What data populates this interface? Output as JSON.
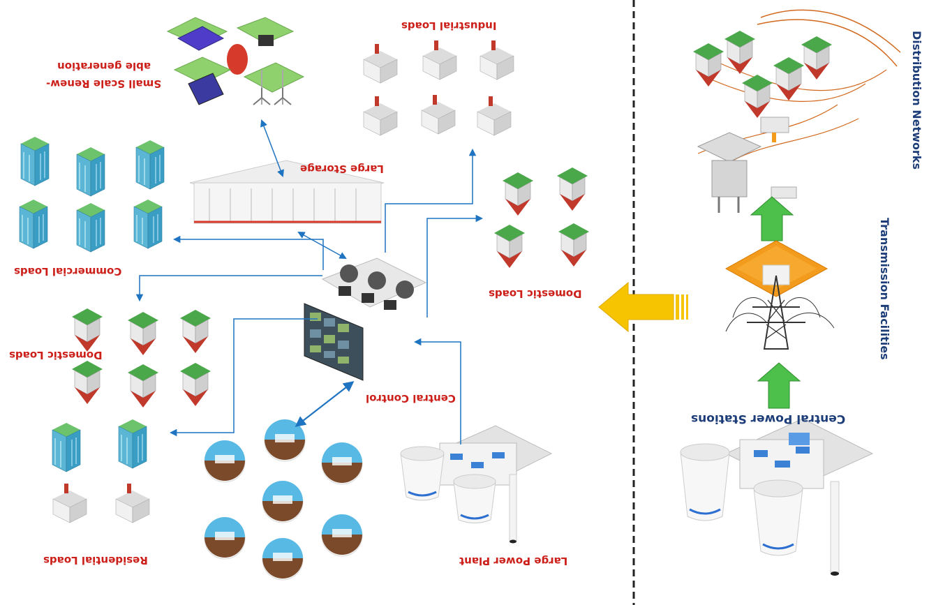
{
  "colors": {
    "label_red": "#cc1f1a",
    "label_blue": "#1c3d78",
    "connector_blue": "#1f74c1",
    "arrow_green": "#4cc04a",
    "arrow_yellow": "#f6c400",
    "platform_orange": "#f39b1c"
  },
  "labels": {
    "distribution_networks": "Distribution Networks",
    "transmission_facilities": "Transmission Facilities",
    "central_power_stations": "Central Power Stations",
    "industrial_loads": "Industrial Loads",
    "small_scale_renewable_line1": "Small Scale Renew-",
    "small_scale_renewable_line2": "able generation",
    "large_storage": "Large Storage",
    "commercial_loads": "Commercial Loads",
    "domestic_loads_right": "Domestic Loads",
    "domestic_loads_left": "Domestic Loads",
    "central_control": "Central Control",
    "residential_loads": "Residential Loads",
    "large_power_plant": "Large Power Plant"
  }
}
